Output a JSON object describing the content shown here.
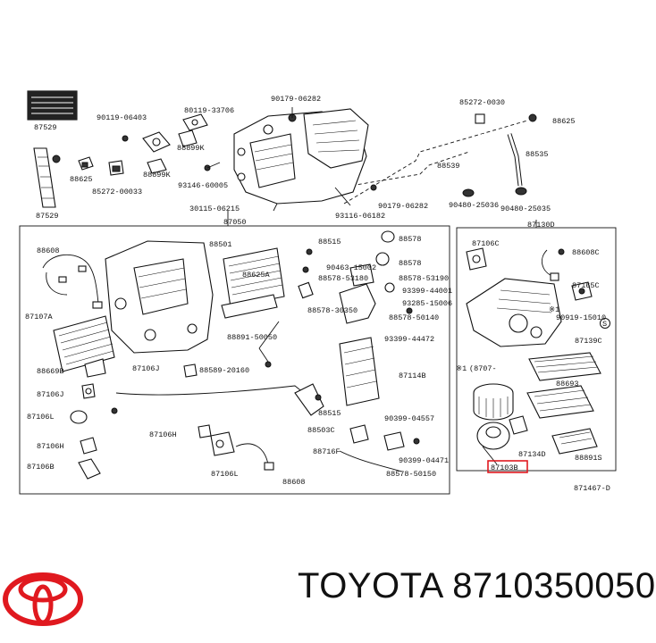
{
  "labels": {
    "top": [
      "87529",
      "90119-06403",
      "80119-33706",
      "90179-06282",
      "88899K",
      "88899K",
      "88625",
      "85272-00033",
      "93146-60005",
      "87529",
      "90179-06282",
      "93116-06182",
      "30115-06215",
      "87050",
      "85272-0030",
      "88625",
      "88539",
      "88535",
      "90480-25036",
      "90480-25035",
      "87130D"
    ],
    "left": [
      "88608",
      "88501",
      "88515",
      "88578",
      "88578",
      "88578-53180",
      "88578-53190",
      "88625A",
      "87107A",
      "88669B",
      "87106J",
      "87106J",
      "87106L",
      "87106H",
      "87106B",
      "88891-50050",
      "88589-20160",
      "90463-15002",
      "93399-44001",
      "93285-15006",
      "88578-50140",
      "87106H",
      "87106L",
      "88578-30350",
      "93399-44472",
      "87114B",
      "88515",
      "88503C",
      "90399-04557",
      "88716F",
      "90399-04471",
      "88578-50150",
      "88608"
    ],
    "right": [
      "87106C",
      "88608C",
      "87165C",
      "90919-15010",
      "87139C",
      "88693",
      "87134D",
      "88891S",
      "87103B",
      "(8707-",
      "871467-D"
    ]
  },
  "markers": {
    "star": "※1",
    "s_circle": "S"
  },
  "brand": {
    "name": "TOYOTA",
    "part_number": "8710350050"
  },
  "colors": {
    "highlight": "#e0191f",
    "logo": "#e0191f"
  }
}
